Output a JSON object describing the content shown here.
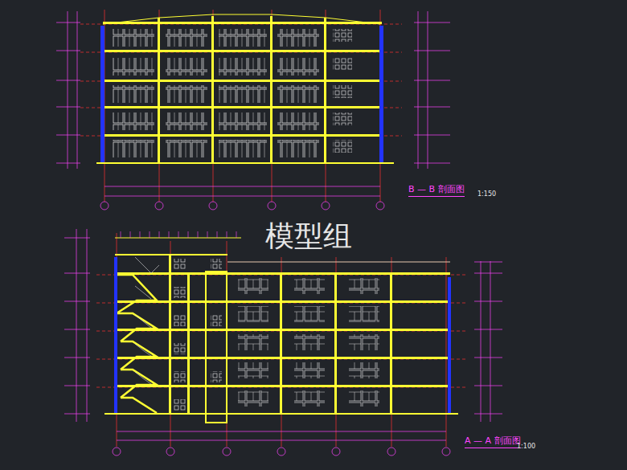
{
  "diagram": {
    "labels": [
      "B — B 剖面图",
      "1:150",
      "模型组",
      "A — A 剖面图",
      "1:100"
    ]
  }
}
